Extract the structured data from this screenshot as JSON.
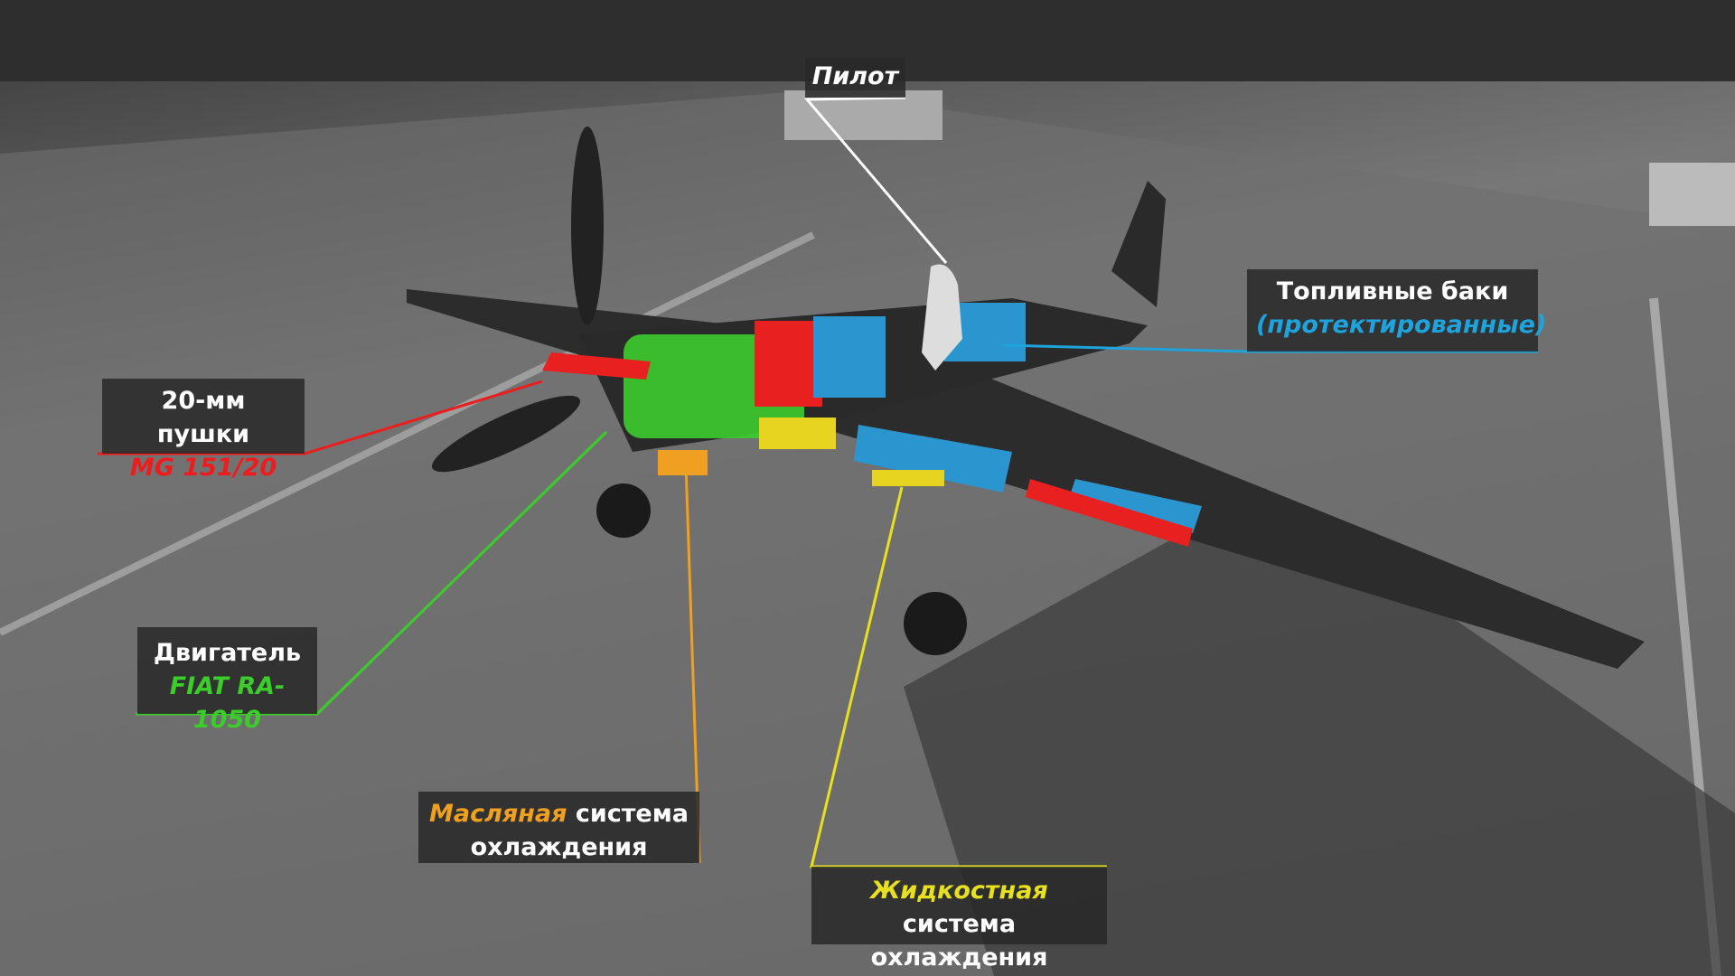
{
  "labels": {
    "pilot": {
      "title": "Пилот"
    },
    "fuel": {
      "title": "Топливные баки",
      "subtitle": "(протектированные)",
      "color": "#1fa3dc"
    },
    "guns": {
      "title": "20-мм пушки",
      "subtitle": "MG 151/20",
      "color": "#ee1c1c"
    },
    "engine": {
      "title": "Двигатель",
      "subtitle": "FIAT RA-1050",
      "color": "#3ccc2c"
    },
    "oil": {
      "accent": "Масляная",
      "rest": " система",
      "line2": "охлаждения",
      "color": "#f0a020"
    },
    "water": {
      "accent": "Жидкостная",
      "rest": " система",
      "line2": "охлаждения",
      "color": "#e6e020"
    }
  }
}
